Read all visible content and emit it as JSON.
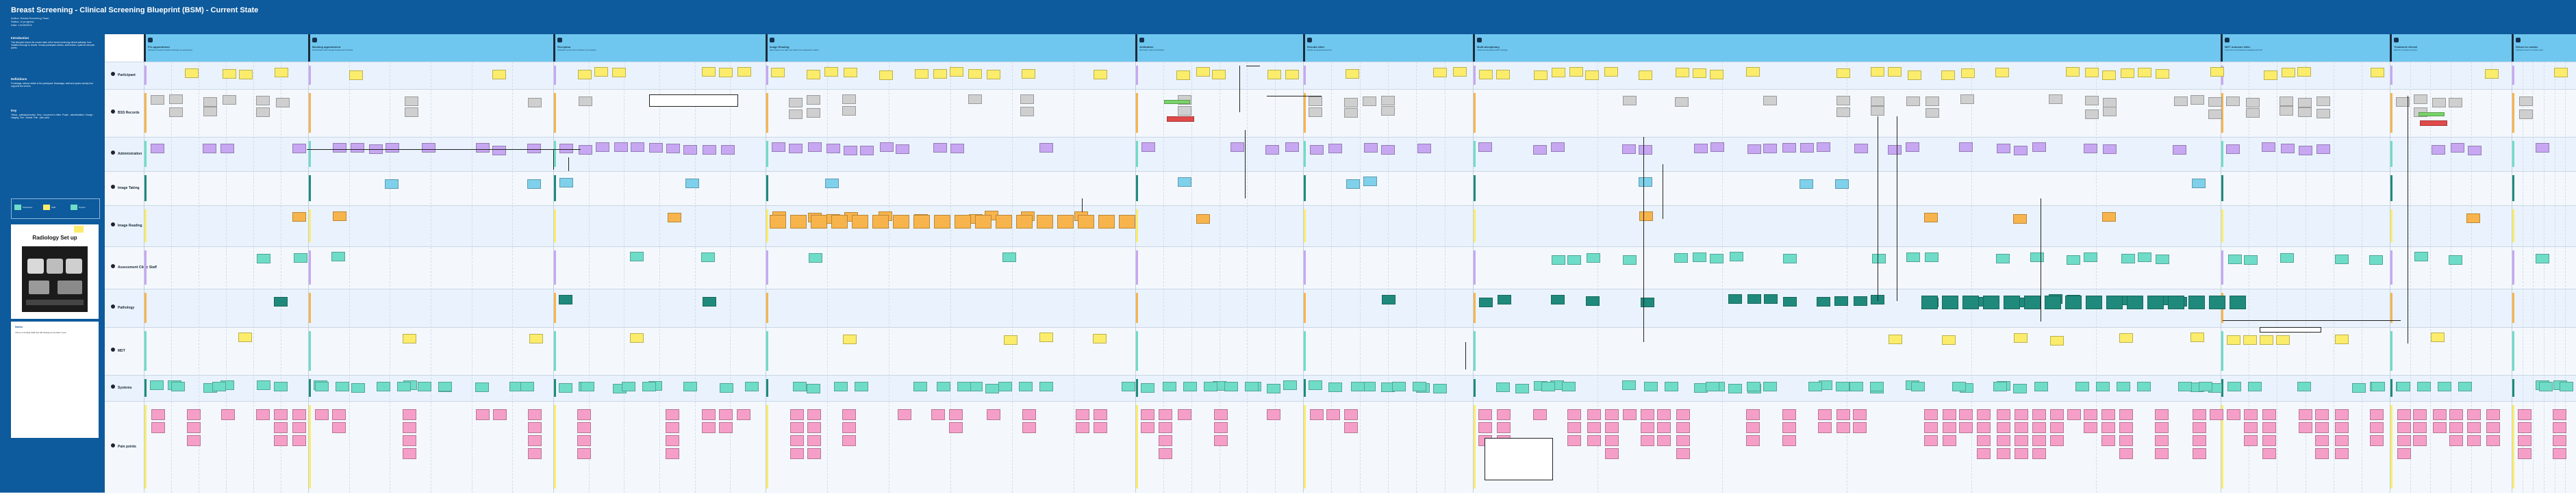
{
  "header": {
    "title": "Breast Screening - Clinical Screening Blueprint (BSM) - Current State",
    "meta_lines": [
      "Author: Breast Screening Team",
      "Status: In progress",
      "Date: 14/08/2024"
    ]
  },
  "sidebar": {
    "sections": [
      {
        "heading": "Introduction",
        "text": "This blueprint shows the current state of the breast screening clinical pathway, from invitation through to results. It maps participant actions, staff actions, systems and pain points."
      },
      {
        "heading": "Definitions",
        "text": "Frontstage: actions visible to the participant. Backstage: staff and system activity that supports the service."
      },
      {
        "heading": "Key",
        "text": "Yellow - participant action. Grey - document or letter. Purple - administration. Orange - imaging. Teal - clinical. Pink - pain point."
      },
      {
        "heading": "Notes",
        "text": "This is a working draft and will change as we learn more."
      }
    ],
    "photo_caption": "Radiology Set up",
    "legend_chips": [
      "Participant",
      "Staff",
      "System"
    ]
  },
  "stages": [
    {
      "name": "Pre-appointment",
      "desc": "Participant receives invitation and books an appointment."
    },
    {
      "name": "Booking appointment",
      "desc": "Administration staff manage booking and reminders."
    },
    {
      "name": "Reception",
      "desc": "Participant arrives and is checked in by reception."
    },
    {
      "name": "Image Reading",
      "desc": "Mammograms are taken and read by two independent readers."
    },
    {
      "name": "Arbitration",
      "desc": "Discordant reads are arbitrated."
    },
    {
      "name": "Results letter",
      "desc": "Results are generated and sent."
    },
    {
      "name": "Multi-disciplinary",
      "desc": "Cases are discussed at MDT meetings."
    },
    {
      "name": "MDT outcome letter",
      "desc": "Outcomes communicated to participant and GP."
    },
    {
      "name": "Treatment referral",
      "desc": "Referral to treatment services."
    },
    {
      "name": "Return to routine",
      "desc": "Participant returns to routine recall."
    }
  ],
  "lanes": [
    {
      "label": "Participant"
    },
    {
      "label": "BSS Records"
    },
    {
      "label": "Administration"
    },
    {
      "label": "Image Taking"
    },
    {
      "label": "Image Reading"
    },
    {
      "label": "Assessment Clinic Staff"
    },
    {
      "label": "Pathology"
    },
    {
      "label": "MDT"
    },
    {
      "label": "Systems"
    },
    {
      "label": "Pain points"
    }
  ],
  "colors": {
    "header": "#0d5a9c",
    "stage_band": "#6fc7ef",
    "participant": "#fbec6b",
    "document": "#cfcfcf",
    "admin": "#c7a7f2",
    "imaging": "#f8b44c",
    "clinical": "#6fdcc8",
    "pathology": "#1f8a7c",
    "pain": "#f59fc8",
    "alert": "#e04a4a"
  }
}
